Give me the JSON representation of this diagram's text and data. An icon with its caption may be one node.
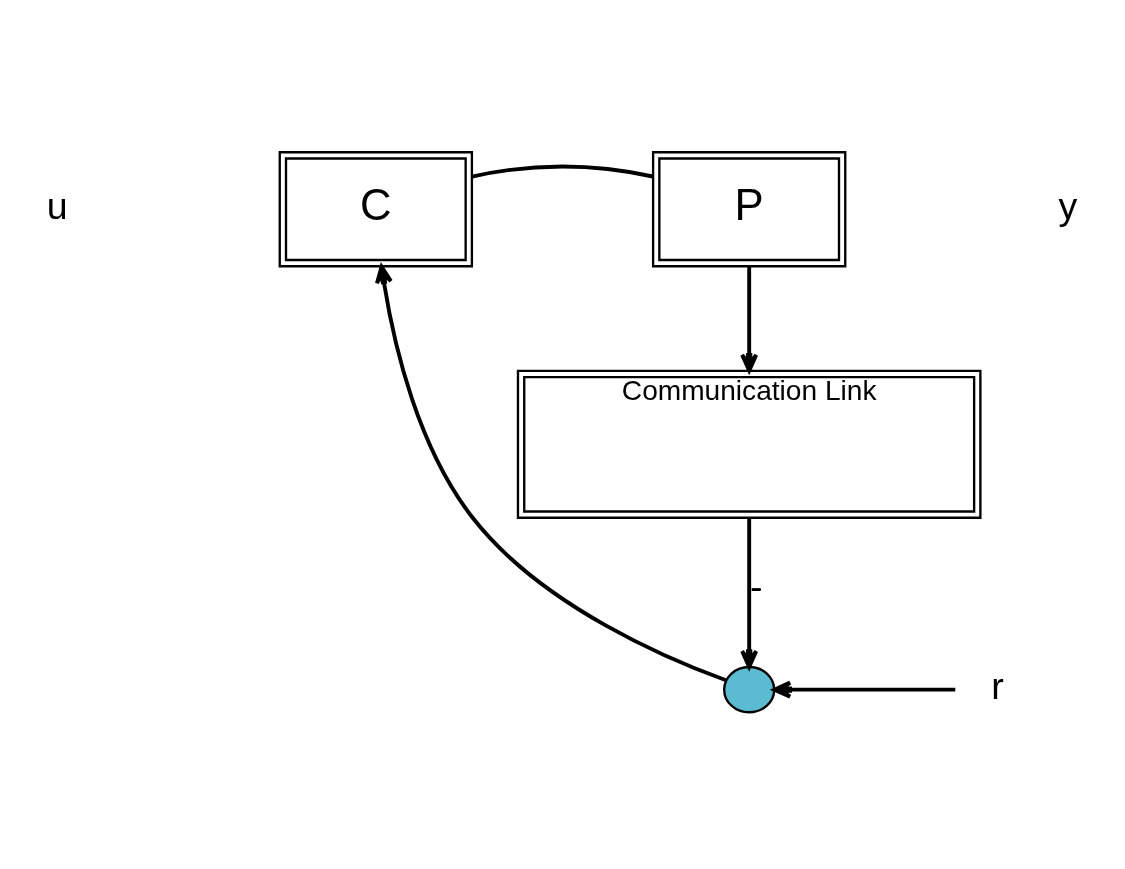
{
  "diagram": {
    "nodes": [
      {
        "text": [
          "C"
        ]
      },
      {
        "text": [
          "P"
        ]
      },
      {
        "text": [
          "Communication Link"
        ]
      },
      {
        "text": [],
        "shape": "circle"
      },
      {
        "text": [
          "r"
        ]
      }
    ],
    "edges": [
      {
        "from": 0,
        "to": 1,
        "arrow": "none"
      },
      {
        "from": 1,
        "to": 2,
        "arrow": "to"
      },
      {
        "from": 2,
        "to": 3,
        "arrow": "to",
        "label": "-"
      },
      {
        "from": 4,
        "to": 3,
        "arrow": "to"
      },
      {
        "from": 3,
        "to": 0,
        "arrow": "to"
      }
    ],
    "labels": [
      "u",
      "y"
    ]
  }
}
